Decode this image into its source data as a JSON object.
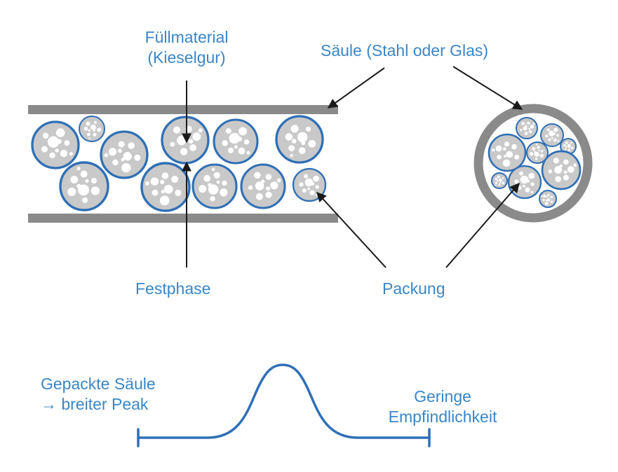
{
  "labels": {
    "fill_material_line1": "Füllmaterial",
    "fill_material_line2": "(Kieselgur)",
    "column": "Säule (Stahl oder Glas)",
    "solid_phase": "Festphase",
    "packing": "Packung",
    "packed_column_line1": "Gepackte Säule",
    "packed_column_line2": "→ breiter Peak",
    "sensitivity_line1": "Geringe",
    "sensitivity_line2": "Empfindlichkeit"
  },
  "colors": {
    "label_blue": "#3a86c8",
    "wall_gray": "#8a8a8a",
    "particle_fill": "#c9c9c9",
    "particle_border": "#2f6fb5",
    "peak_blue": "#2f6fb5",
    "arrow": "#1a1a1a"
  }
}
